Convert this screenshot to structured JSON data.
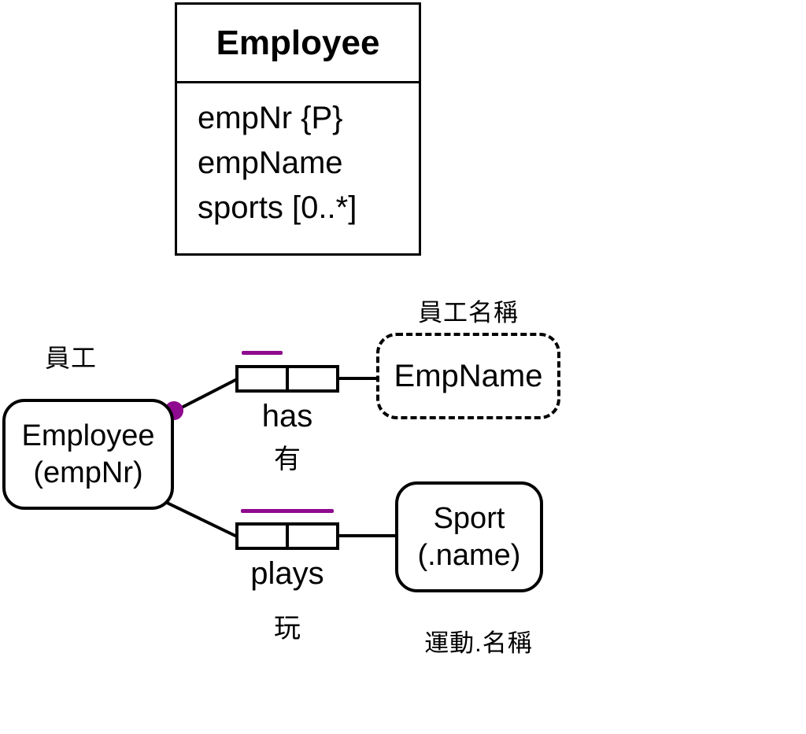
{
  "colors": {
    "line": "#000000",
    "constraint": "#8e0a8e",
    "text": "#000000",
    "bg": "#ffffff"
  },
  "uml_class": {
    "title": "Employee",
    "attributes": [
      "empNr {P}",
      "empName",
      "sports [0..*]"
    ]
  },
  "orm": {
    "employee_entity": {
      "line1": "Employee",
      "line2": "(empNr)",
      "label_zh": "員工"
    },
    "empname_value": {
      "label": "EmpName",
      "label_zh": "員工名稱"
    },
    "sport_entity": {
      "line1": "Sport",
      "line2": "(.name)",
      "label_zh": "運動.名稱"
    },
    "has_predicate": {
      "label": "has",
      "label_zh": "有"
    },
    "plays_predicate": {
      "label": "plays",
      "label_zh": "玩"
    }
  }
}
